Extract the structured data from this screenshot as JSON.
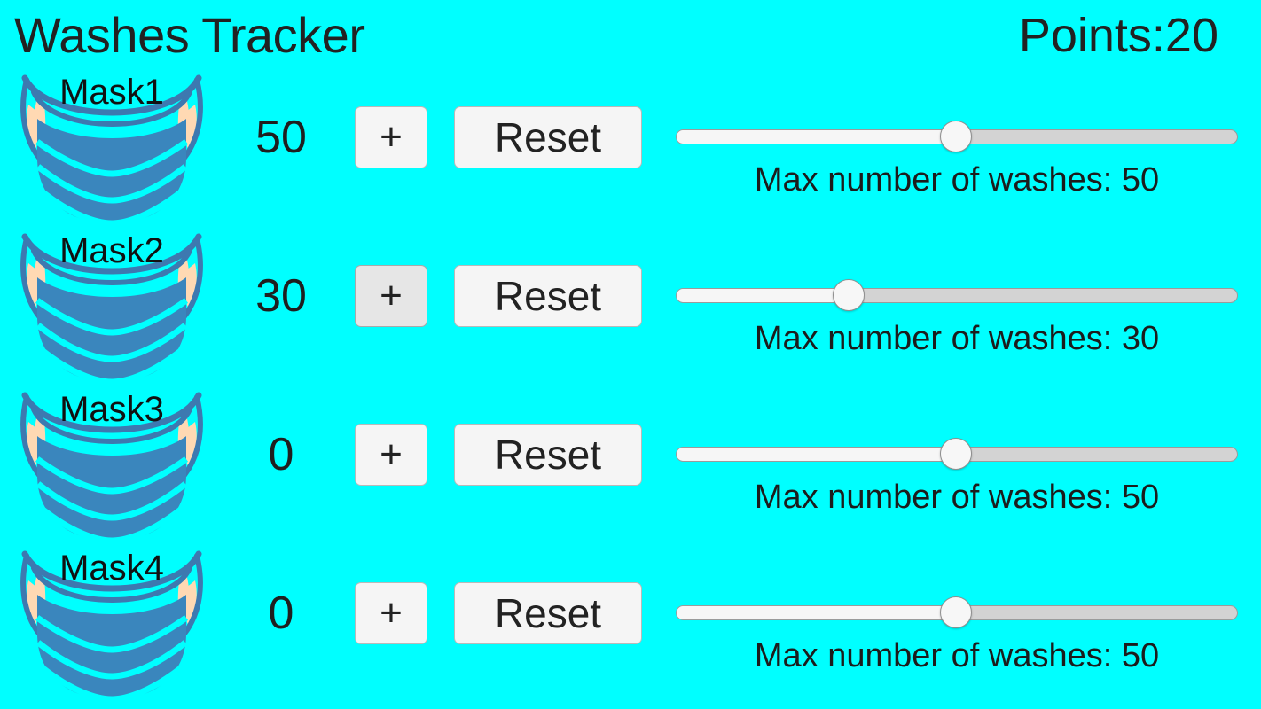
{
  "header": {
    "title": "Washes Tracker",
    "points_label": "Points:20"
  },
  "colors": {
    "background": "#00ffff",
    "mask_blue": "#3a86bd",
    "mask_outline": "#3d79b0",
    "ear_skin": "#ffd9b3",
    "button_face": "#f5f5f5",
    "button_face_active": "#e6e6e6",
    "slider_track": "#d3d3d3",
    "slider_fill": "#f6f6f6",
    "slider_thumb": "#f7f7f7",
    "text": "#1a1a1a"
  },
  "controls": {
    "plus_label": "+",
    "reset_label": "Reset",
    "max_caption_prefix": "Max number of washes: "
  },
  "rows": [
    {
      "name": "Mask1",
      "count": "50",
      "plus_label": "+",
      "reset_label": "Reset",
      "max_washes": 50,
      "slider_percent": 49.8,
      "caption": "Max number of washes: 50",
      "plus_active": false
    },
    {
      "name": "Mask2",
      "count": "30",
      "plus_label": "+",
      "reset_label": "Reset",
      "max_washes": 30,
      "slider_percent": 30.8,
      "caption": "Max number of washes: 30",
      "plus_active": true
    },
    {
      "name": "Mask3",
      "count": "0",
      "plus_label": "+",
      "reset_label": "Reset",
      "max_washes": 50,
      "slider_percent": 49.8,
      "caption": "Max number of washes: 50",
      "plus_active": false
    },
    {
      "name": "Mask4",
      "count": "0",
      "plus_label": "+",
      "reset_label": "Reset",
      "max_washes": 50,
      "slider_percent": 49.8,
      "caption": "Max number of washes: 50",
      "plus_active": false
    }
  ]
}
